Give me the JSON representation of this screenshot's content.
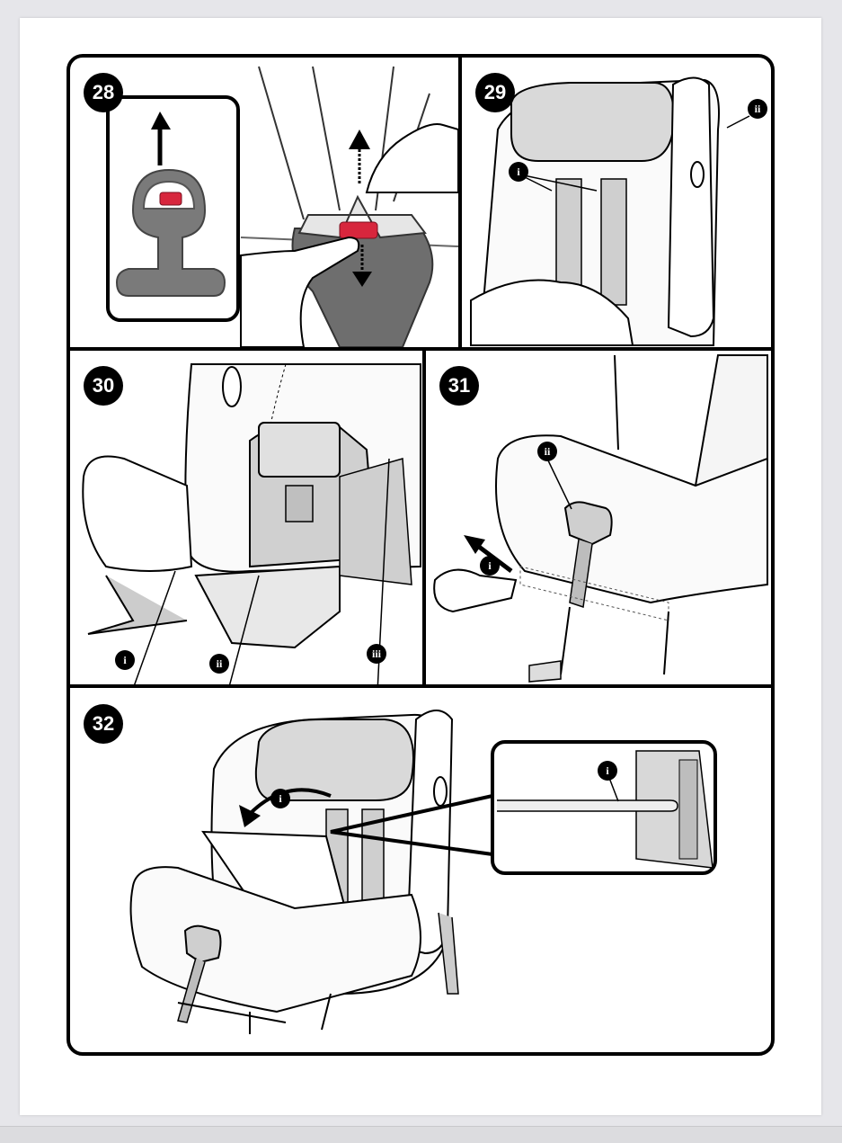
{
  "steps": [
    {
      "number": "28",
      "markers": []
    },
    {
      "number": "29",
      "markers": [
        "i",
        "ii"
      ]
    },
    {
      "number": "30",
      "markers": [
        "i",
        "ii",
        "iii"
      ]
    },
    {
      "number": "31",
      "markers": [
        "i",
        "ii"
      ]
    },
    {
      "number": "32",
      "markers": [
        "i",
        "i"
      ]
    }
  ],
  "colors": {
    "accent_red": "#d7263d",
    "line": "#000000",
    "seat_grey": "#bdbdbd",
    "dark_grey": "#5a5a5a"
  }
}
